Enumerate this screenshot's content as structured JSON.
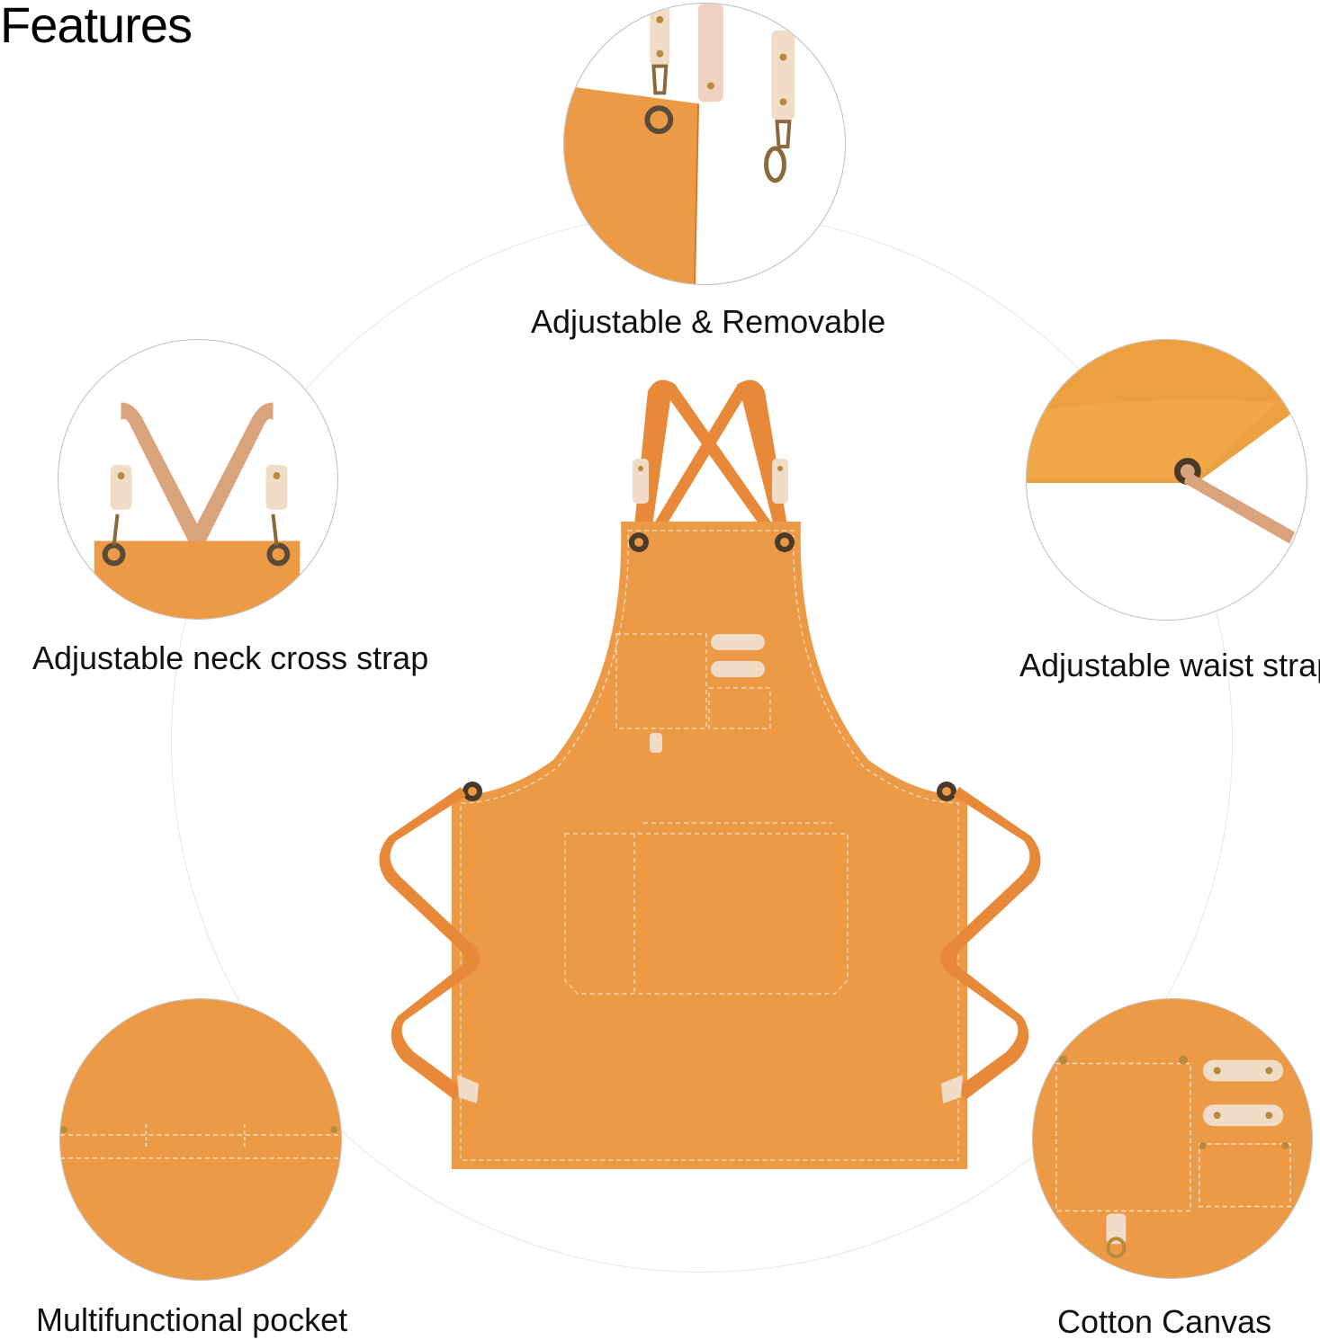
{
  "page": {
    "title": "Features"
  },
  "features": {
    "top": "Adjustable & Removable",
    "left": "Adjustable neck cross strap",
    "right": "Adjustable waist strap",
    "bottom_left": "Multifunctional pocket",
    "bottom_right": "Cotton Canvas"
  },
  "colors": {
    "canvas_orange": "#EC9A45",
    "strap_orange": "#E8893A",
    "strap_tan": "#D9A37C",
    "leather": "#F1DCC8",
    "brass": "#B98A3E",
    "stitch": "#FBE3C8"
  }
}
